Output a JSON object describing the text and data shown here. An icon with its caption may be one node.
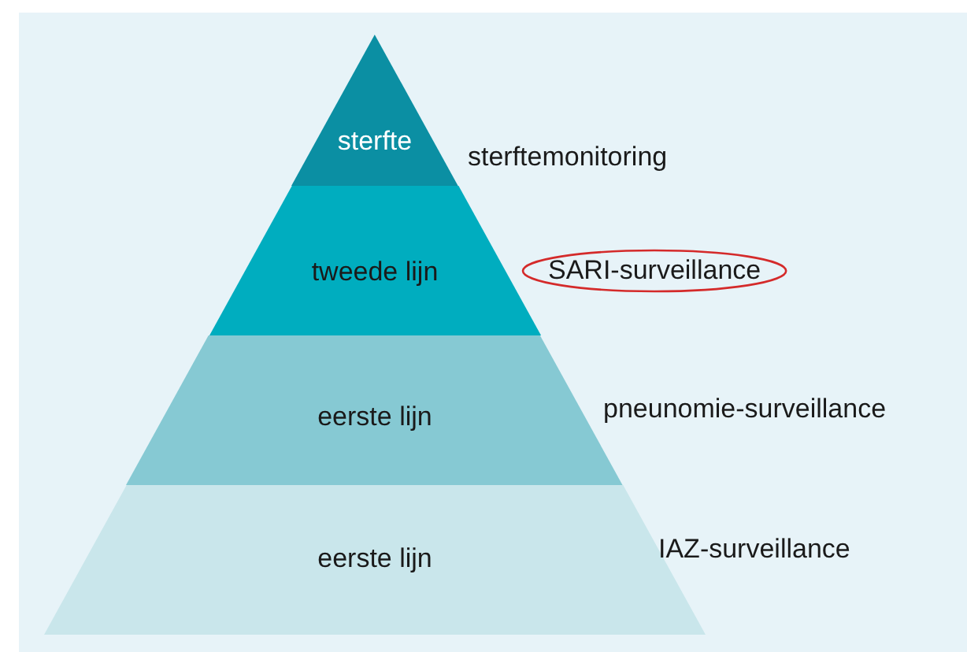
{
  "diagram": {
    "nodes": [
      {
        "text": [
          "sterfte"
        ],
        "beside": [
          "sterftemonitoring"
        ]
      },
      {
        "text": [
          "tweede lijn"
        ],
        "beside": [
          "SARI-surveillance"
        ]
      },
      {
        "text": [
          "eerste lijn"
        ],
        "beside": [
          "pneunomie-surveillance"
        ]
      },
      {
        "text": [
          "eerste lijn"
        ],
        "beside": [
          "IAZ-surveillance"
        ]
      }
    ]
  }
}
